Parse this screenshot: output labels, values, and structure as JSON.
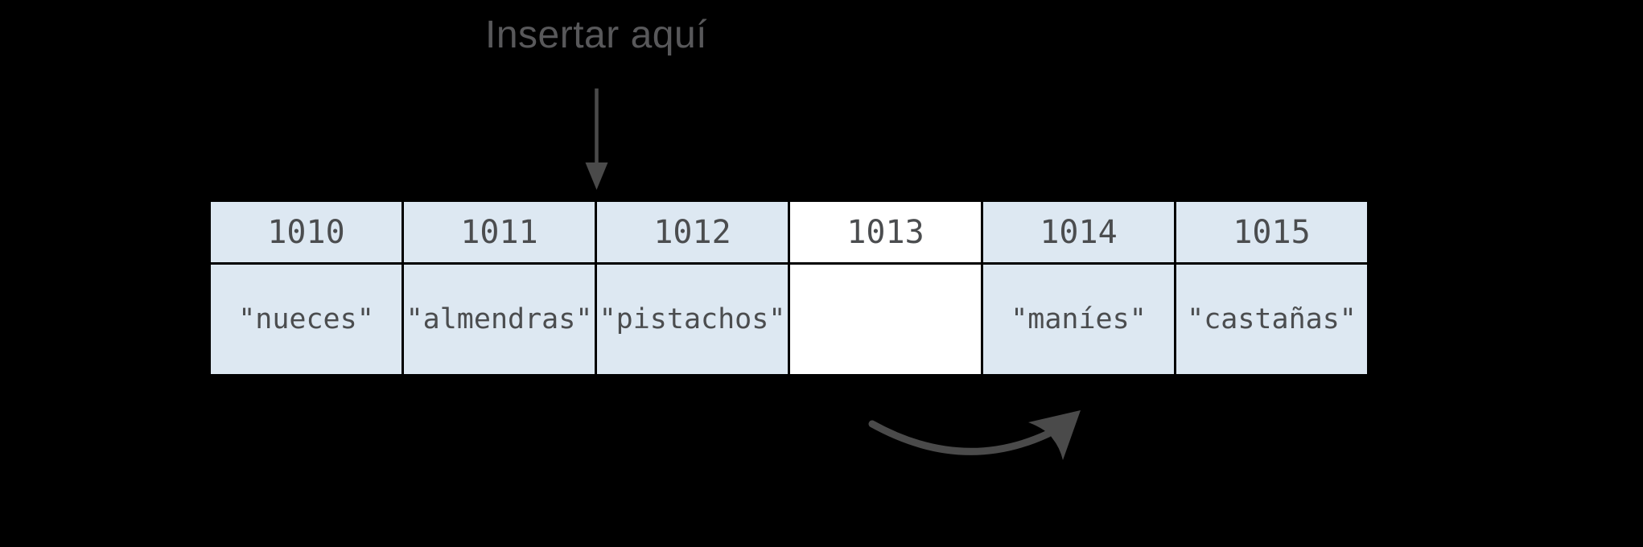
{
  "diagram": {
    "annotation": {
      "label": "Insertar aquí"
    },
    "array": {
      "cells": [
        {
          "address": "1010",
          "value": "\"nueces\"",
          "highlight": false
        },
        {
          "address": "1011",
          "value": "\"almendras\"",
          "highlight": false
        },
        {
          "address": "1012",
          "value": "\"pistachos\"",
          "highlight": false
        },
        {
          "address": "1013",
          "value": "",
          "highlight": true
        },
        {
          "address": "1014",
          "value": "\"maníes\"",
          "highlight": false
        },
        {
          "address": "1015",
          "value": "\"castañas\"",
          "highlight": false
        }
      ]
    },
    "arrows": [
      {
        "name": "insert-position-arrow",
        "type": "straight-down",
        "points_to": "left edge of cell 1012"
      },
      {
        "name": "shift-right-arrow",
        "type": "curved-up-right",
        "from": "below cell 1013",
        "to": "below cell 1014"
      }
    ],
    "colors": {
      "background": "#000000",
      "cell_fill": "#dde8f2",
      "highlight_fill": "#ffffff",
      "border": "#000000",
      "cell_text": "#4b4d4f",
      "annotation_text": "#58585a",
      "arrow": "#4a4a4a"
    }
  }
}
